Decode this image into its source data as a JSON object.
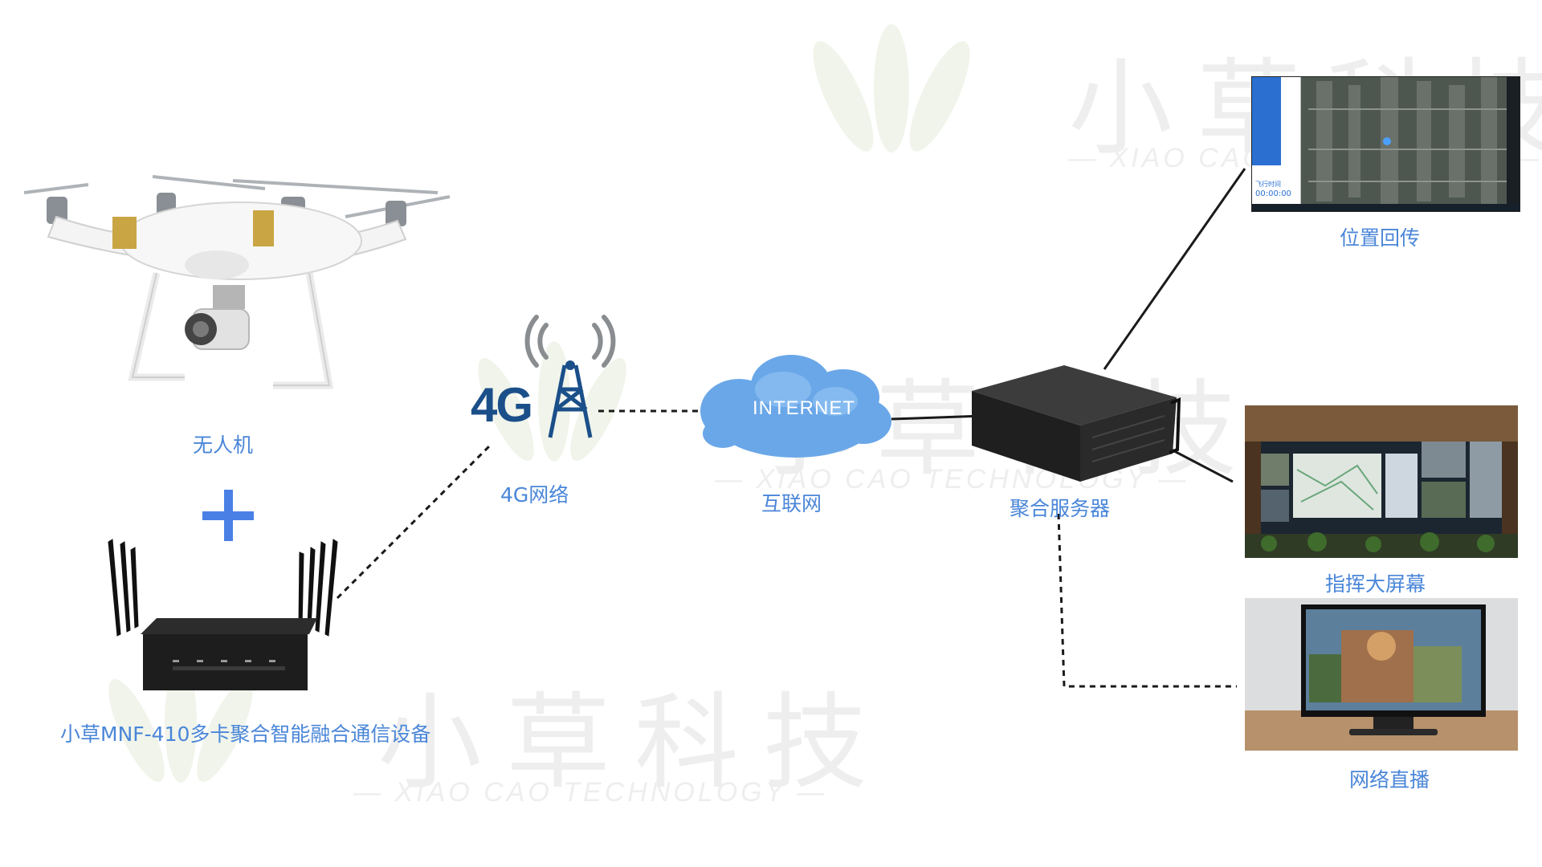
{
  "watermark": {
    "chars": "小草科技",
    "sub": "— XIAO CAO TECHNOLOGY —"
  },
  "nodes": {
    "drone": "无人机",
    "device": "小草MNF-410多卡聚合智能融合通信设备",
    "network_4g": "4G网络",
    "badge_4g": "4G",
    "internet": "互联网",
    "cloud_text": "INTERNET",
    "server": "聚合服务器",
    "position": "位置回传",
    "command": "指挥大屏幕",
    "live": "网络直播"
  },
  "map_panel": {
    "timer_label": "飞行时间",
    "timer": "00:00:00"
  },
  "colors": {
    "label": "#4a86d8",
    "line": "#1a1a1a",
    "cloud": "#5b9be0",
    "badge": "#1b4f8a"
  }
}
